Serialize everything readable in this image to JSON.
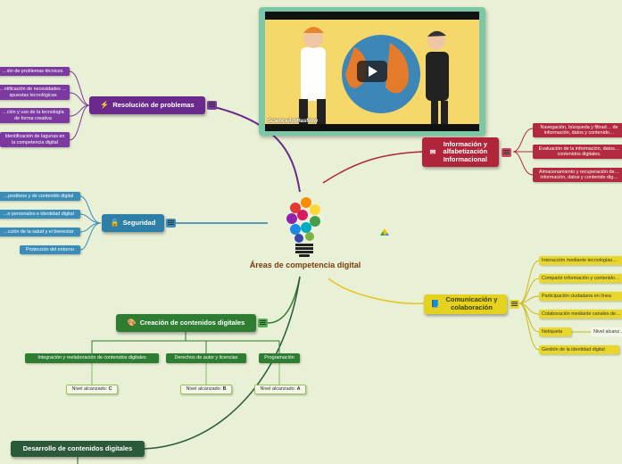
{
  "central": {
    "title": "Áreas de competencia digital"
  },
  "video": {
    "caption": "ScienceAmHasNow"
  },
  "branches": {
    "resolucion": {
      "label": "Resolución de problemas",
      "icon": "lightning-icon",
      "children": [
        "…ión de problemas técnicos.",
        "…ntificación de necesidades …spuestas tecnológicas",
        "…ción y uso de la tecnología de forma creativa",
        "Identificación de lagunas en la competencia digital"
      ]
    },
    "seguridad": {
      "label": "Seguridad",
      "icon": "lock-icon",
      "children": [
        "…positivos y de contenido digital",
        "…e personales e identidad digital",
        "…cción de la salud y el bienestar",
        "Protección del entorno"
      ]
    },
    "creacion": {
      "label": "Creación de contenidos digitales",
      "icon": "palette-icon",
      "children": [
        {
          "label": "Integración y reelaboración de contenidos digitales",
          "level_label": "Nivel alcanzado:",
          "level": "C"
        },
        {
          "label": "Derechos de autor y licencias",
          "level_label": "Nivel alcanzado:",
          "level": "B"
        },
        {
          "label": "Programación",
          "level_label": "Nivel alcanzado:",
          "level": "A"
        }
      ]
    },
    "desarrollo": {
      "label": "Desarrollo de contenidos digitales"
    },
    "informacion": {
      "label": "Información y alfabetización Informacional",
      "icon": "envelope-icon",
      "children": [
        "Navegación, búsqueda y filtrad… de información, datos y contenido…",
        "Evaluación de la información, datos… contenidos digitales.",
        "Almacenamiento y recuperación de… información, datos y contenido dig…"
      ]
    },
    "comunicacion": {
      "label": "Comunicación y colaboración",
      "icon": "book-icon",
      "children": [
        "Interacción mediante tecnologías…",
        "Compartir información y contenido…",
        "Participación ciudadana en línea",
        "Colaboración mediante canales de…",
        "Netiqueta",
        "Gestión de la identidad digital"
      ],
      "netiqueta_level": "Nivel alcanz…"
    }
  }
}
